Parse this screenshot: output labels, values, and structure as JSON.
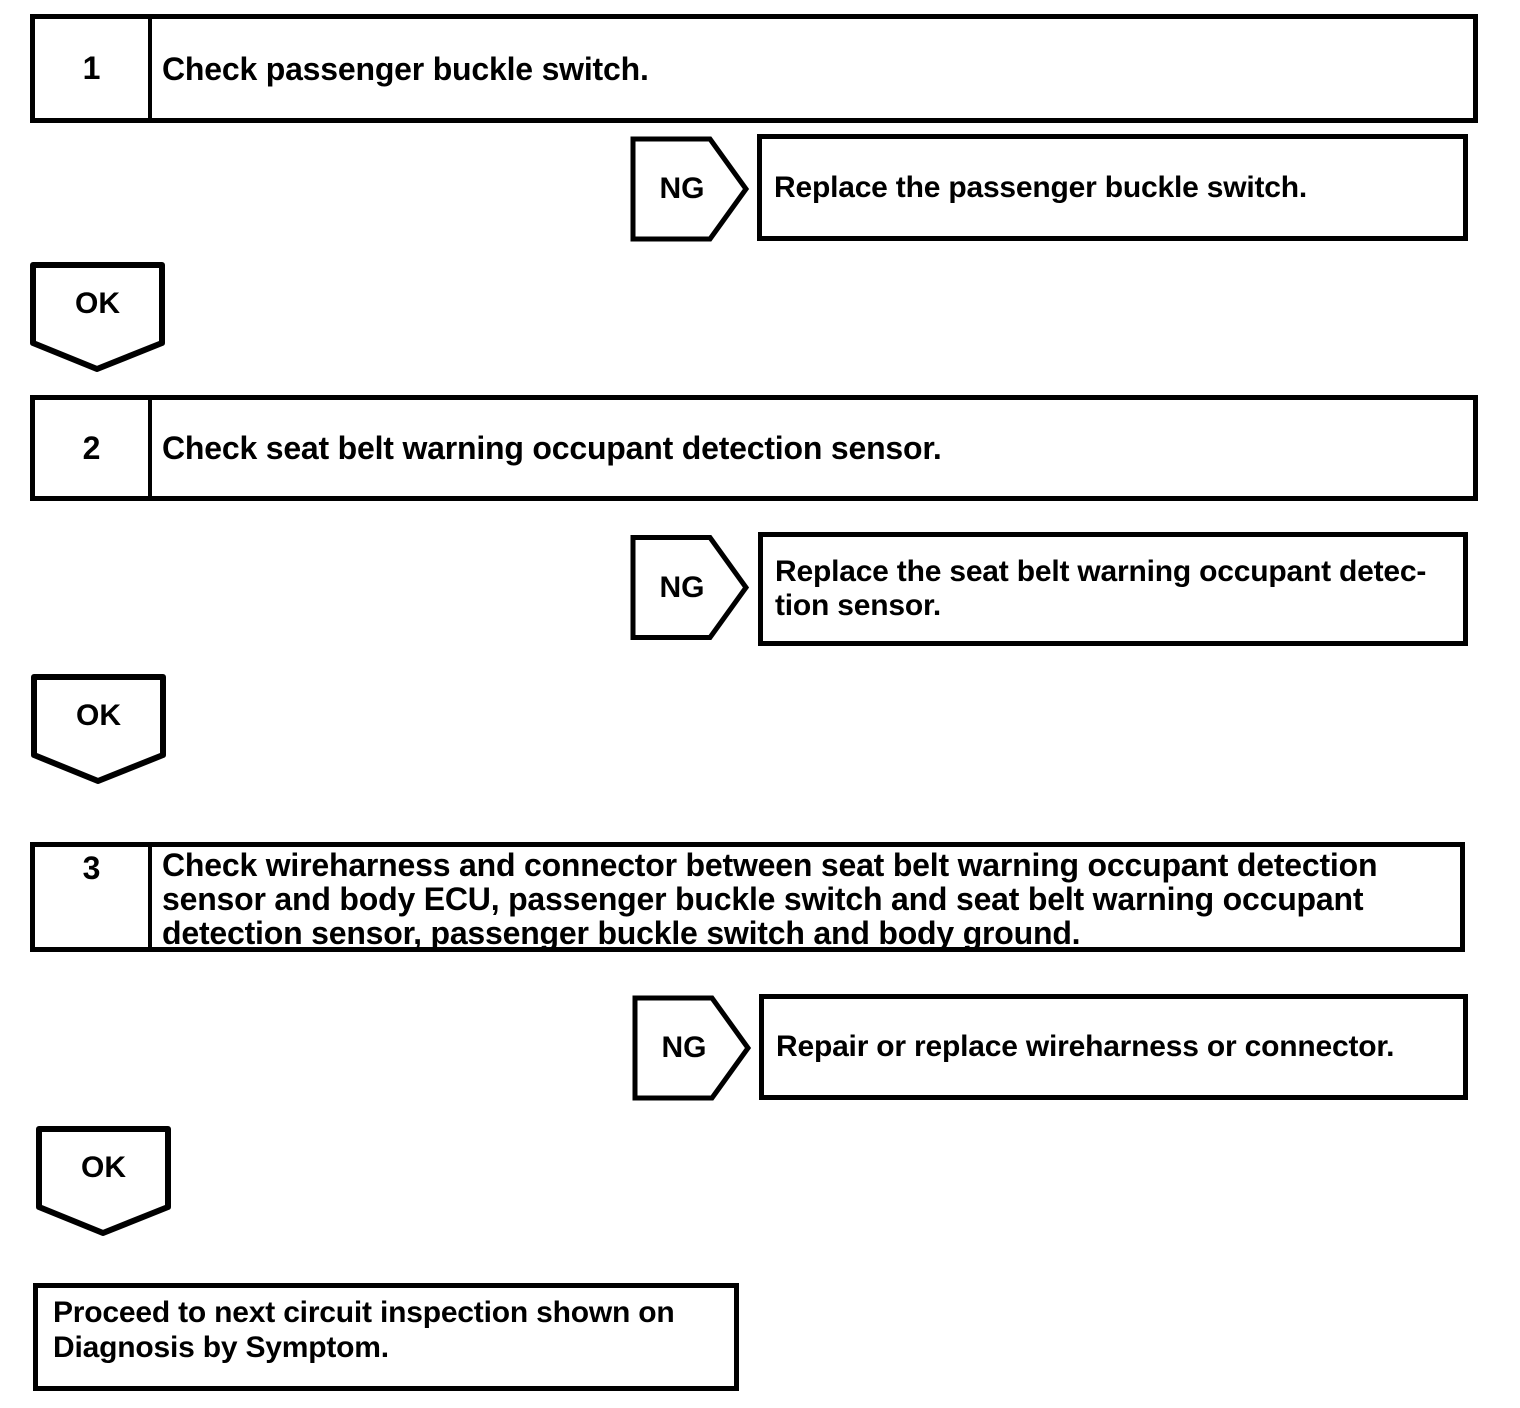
{
  "page": {
    "background": "#ffffff",
    "ink": "#000000"
  },
  "flowchart": {
    "steps": [
      {
        "number": "1",
        "instruction_lines": [
          "Check passenger buckle switch."
        ],
        "ng_label": "NG",
        "ng_result_lines": [
          "Replace the passenger buckle switch."
        ],
        "ok_label": "OK"
      },
      {
        "number": "2",
        "instruction_lines": [
          "Check seat belt warning occupant detection sensor."
        ],
        "ng_label": "NG",
        "ng_result_lines": [
          "Replace the seat belt warning occupant detec-",
          "tion sensor."
        ],
        "ok_label": "OK"
      },
      {
        "number": "3",
        "instruction_lines": [
          "Check wireharness and connector between seat belt warning occupant detection",
          "sensor and body ECU, passenger buckle switch and seat belt warning occupant",
          "detection sensor, passenger buckle switch and body ground."
        ],
        "ng_label": "NG",
        "ng_result_lines": [
          "Repair or replace wireharness or connector."
        ],
        "ok_label": "OK"
      }
    ],
    "end_lines": [
      "Proceed to next circuit inspection shown on",
      "Diagnosis by Symptom."
    ]
  }
}
